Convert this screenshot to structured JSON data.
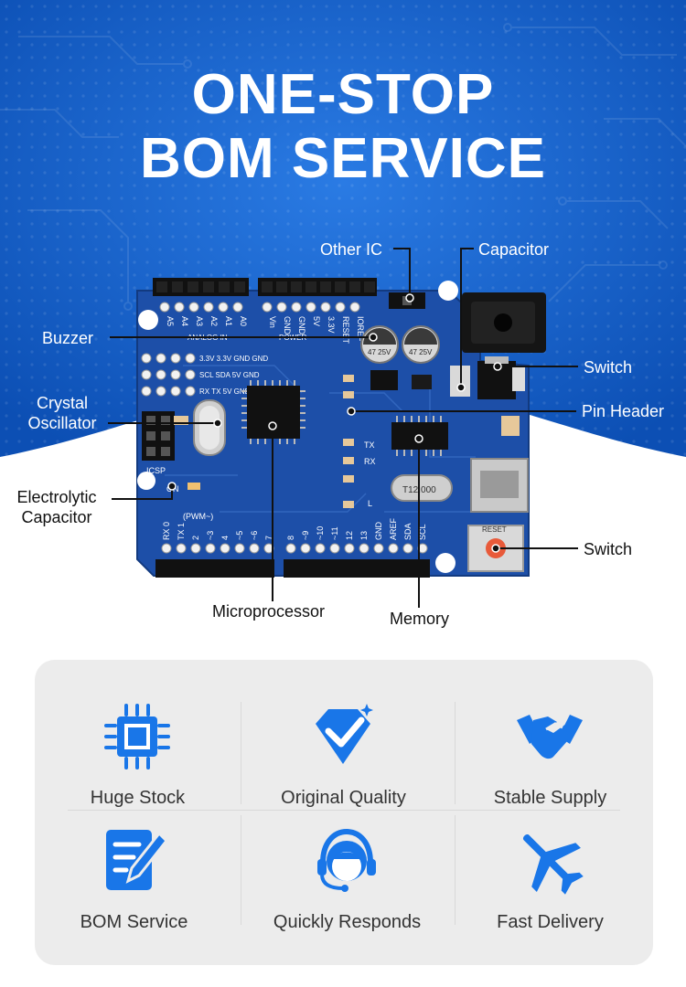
{
  "header": {
    "title_line1": "ONE-STOP",
    "title_line2": "BOM SERVICE"
  },
  "board": {
    "top_labels": [
      "A5",
      "A4",
      "A3",
      "A2",
      "A1",
      "A0",
      "Vin",
      "GND",
      "GND",
      "5V",
      "3.3V",
      "RESET",
      "IOREF"
    ],
    "section_analog": "ANALOG IN",
    "section_power": "POWER",
    "header_rows": [
      "3.3V 3.3V GND GND",
      "SCL SDA 5V GND",
      "RX TX 5V GND"
    ],
    "bottom_labels": [
      "RX 0",
      "TX 1",
      "2",
      "~3",
      "4",
      "~5",
      "~6",
      "7",
      "8",
      "~9",
      "~10",
      "~11",
      "12",
      "13",
      "GND",
      "AREF",
      "SDA",
      "SCL"
    ],
    "pwm_label": "(PWM~)",
    "icsp": "ICSP",
    "on_led": "ON",
    "tx_led": "TX",
    "rx_led": "RX",
    "l_led": "L",
    "reset": "RESET",
    "cap_marking_1": "47 25V",
    "cap_marking_2": "47 25V",
    "crystal_marking": "T12.000"
  },
  "callouts": {
    "other_ic": "Other IC",
    "capacitor": "Capacitor",
    "buzzer": "Buzzer",
    "switch_top": "Switch",
    "crystal_line1": "Crystal",
    "crystal_line2": "Oscillator",
    "pin_header": "Pin Header",
    "electrolytic_line1": "Electrolytic",
    "electrolytic_line2": "Capacitor",
    "switch_bottom": "Switch",
    "microprocessor": "Microprocessor",
    "memory": "Memory"
  },
  "features": [
    {
      "label": "Huge Stock",
      "icon": "chip-icon"
    },
    {
      "label": "Original Quality",
      "icon": "diamond-check-icon"
    },
    {
      "label": "Stable Supply",
      "icon": "handshake-icon"
    },
    {
      "label": "BOM Service",
      "icon": "document-pen-icon"
    },
    {
      "label": "Quickly Responds",
      "icon": "headset-agent-icon"
    },
    {
      "label": "Fast Delivery",
      "icon": "airplane-icon"
    }
  ],
  "colors": {
    "banner_blue": "#1560c8",
    "board_blue": "#1d4fa8",
    "icon_blue": "#1976e8",
    "panel_bg": "#ececec"
  }
}
